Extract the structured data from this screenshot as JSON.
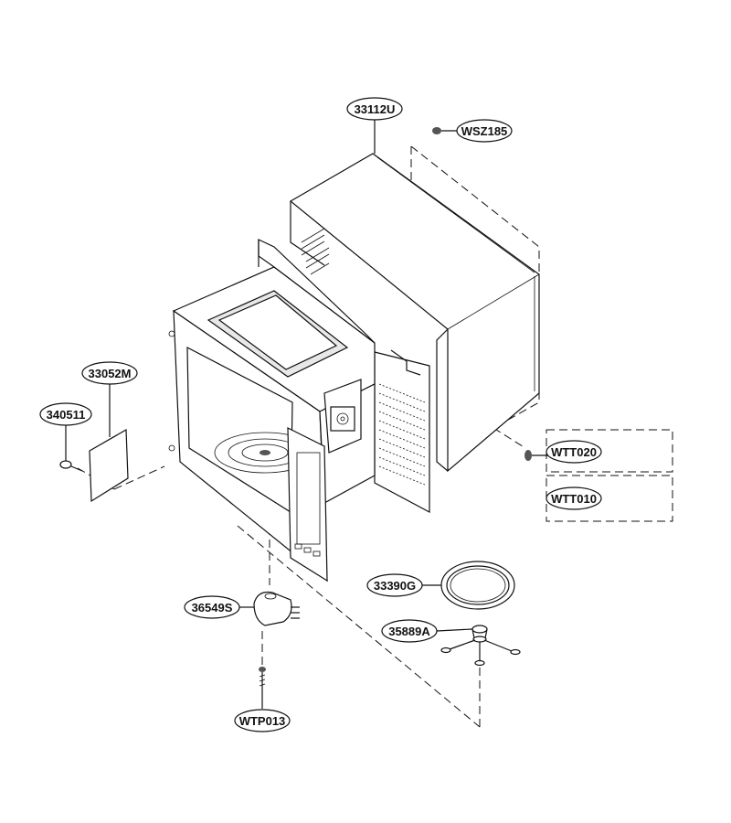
{
  "labels": {
    "enclosure": "33112U",
    "screw_top": "WSZ185",
    "cover_plate": "33052M",
    "plug": "340511",
    "screw_side_a": "WTT020",
    "screw_side_b": "WTT010",
    "tray": "33390G",
    "roller_guide": "35889A",
    "motor": "36549S",
    "screw_motor": "WTP013"
  }
}
